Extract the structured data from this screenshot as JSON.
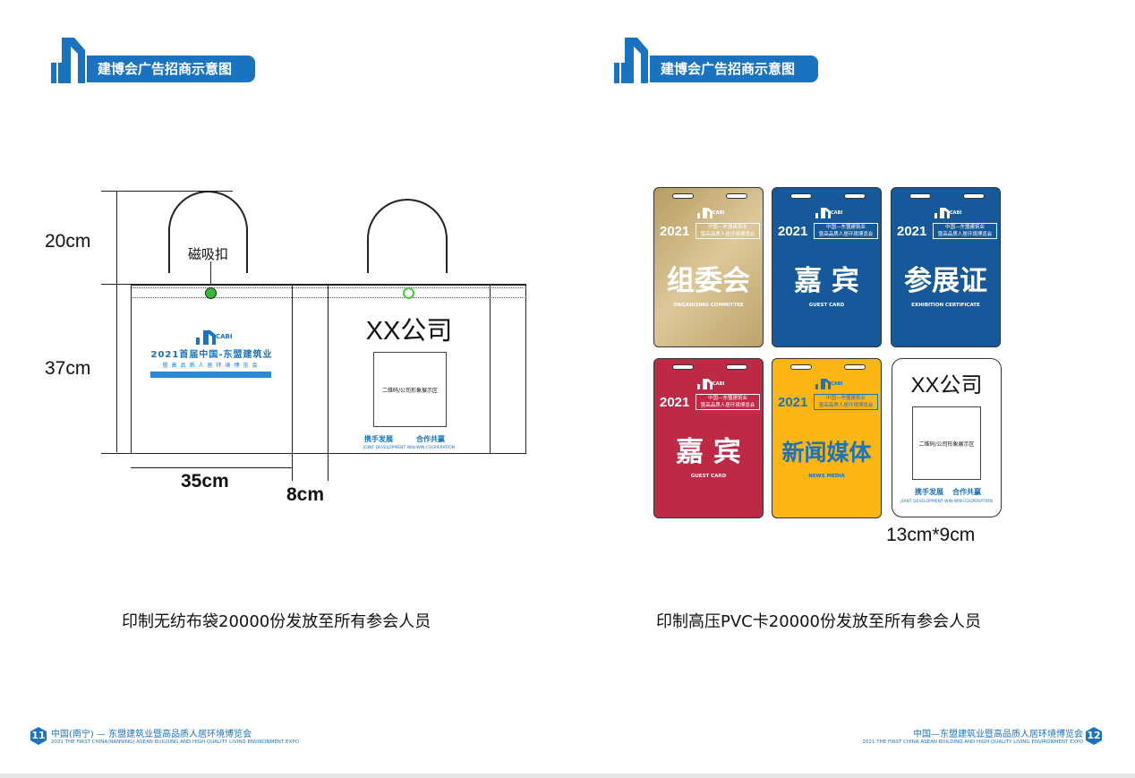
{
  "header": {
    "title": "建博会广告招商示意图"
  },
  "bag": {
    "dim_height_handle": "20cm",
    "dim_height_body": "37cm",
    "dim_width": "35cm",
    "dim_gusset": "8cm",
    "magnet_label": "磁吸扣",
    "front": {
      "title": "2021首届中国-东盟建筑业",
      "subtitle": "暨高品质人居环境博览会"
    },
    "back": {
      "company": "XX公司",
      "qr_label": "二维码/公司形象展示区",
      "slogan_cn_1": "携手发展",
      "slogan_cn_2": "合作共赢",
      "slogan_en": "JOINT DEVELOPMENT  WIN-WIN  COOPERATION"
    },
    "caption": "印制无纺布袋20000份发放至所有参会人员"
  },
  "cards": {
    "year": "2021",
    "sub1": "中国—东盟建筑业",
    "sub2": "暨高品质人居环境博览会",
    "items": [
      {
        "title": "组委会",
        "en": "ORGANIZING COMMITTEE",
        "color": "#c8b07a"
      },
      {
        "title": "嘉 宾",
        "en": "GUEST CARD",
        "color": "#15599b"
      },
      {
        "title": "参展证",
        "en": "EXHIBITION CERTIFICATE",
        "color": "#15599b"
      },
      {
        "title": "嘉 宾",
        "en": "GUEST CARD",
        "color": "#be2a45"
      },
      {
        "title": "新闻媒体",
        "en": "NEWS MEDIA",
        "color": "#fbb614"
      }
    ],
    "company_card": {
      "company": "XX公司",
      "qr_label": "二维码/公司形象展示区",
      "slogan_cn_1": "携手发展",
      "slogan_cn_2": "合作共赢",
      "slogan_en": "JOINT DEVELOPMENT  WIN-WIN  COOPERATION"
    },
    "size": "13cm*9cm",
    "caption": "印制高压PVC卡20000份发放至所有参会人员"
  },
  "footer": {
    "left": {
      "page": "11",
      "cn": "中国(南宁) — 东盟建筑业暨高品质人居环境博览会",
      "en": "2021 THE FIRST CHINA(NANNING) ASEAN BUILDING  AND HIGH QUALITY LIVING ENVIRONMENT EXPO"
    },
    "right": {
      "page": "12",
      "cn": "中国—东盟建筑业暨高品质人居环境博览会",
      "en": "2021 THE FIRST CHINA ASEAN BUILDING  AND HIGH QUALITY LIVING ENVIRONMENT EXPO"
    }
  }
}
